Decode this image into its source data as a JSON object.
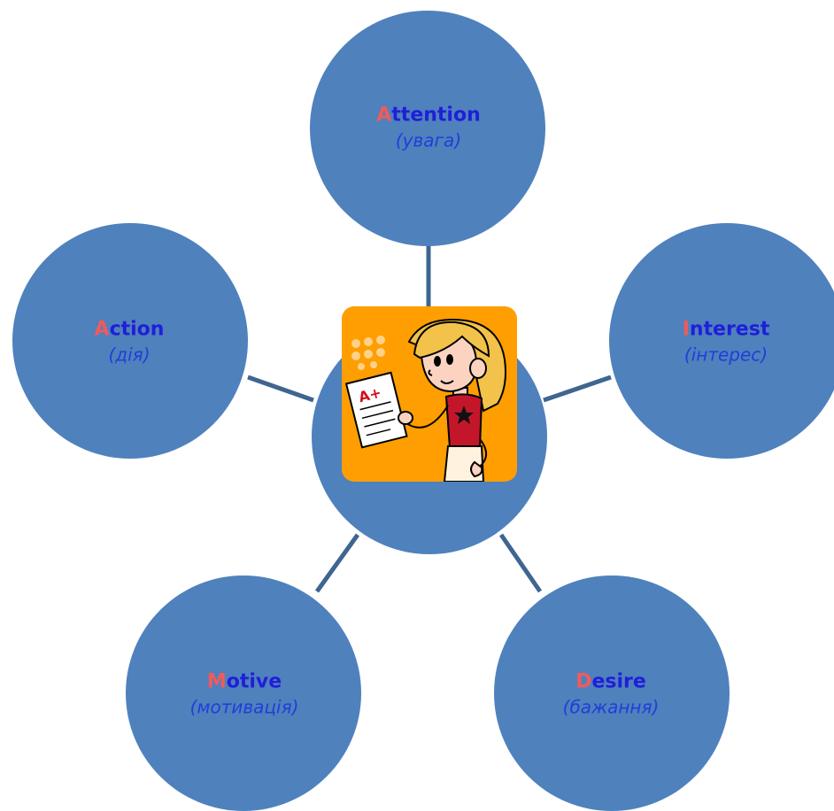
{
  "diagram": {
    "center": {
      "picture": "girl-holding-graded-paper-illustration",
      "grade_text": "A+"
    },
    "nodes": [
      {
        "id": "attention",
        "initial": "A",
        "rest": "ttention",
        "subtitle": "(увага)"
      },
      {
        "id": "interest",
        "initial": "I",
        "rest": "nterest",
        "subtitle": "(інтерес)"
      },
      {
        "id": "desire",
        "initial": "D",
        "rest": "esire",
        "subtitle": "(бажання)"
      },
      {
        "id": "motive",
        "initial": "M",
        "rest": "otive",
        "subtitle": "(мотивація)"
      },
      {
        "id": "action",
        "initial": "A",
        "rest": "ction",
        "subtitle": "(дія)"
      }
    ],
    "colors": {
      "circle_fill": "#4f81bd",
      "connector": "#3f6591",
      "title_text": "#1f1fd8",
      "initial_letter": "#f25a5a",
      "subtitle_text": "#1f3fd8",
      "picture_background": "#ff9e00"
    }
  }
}
